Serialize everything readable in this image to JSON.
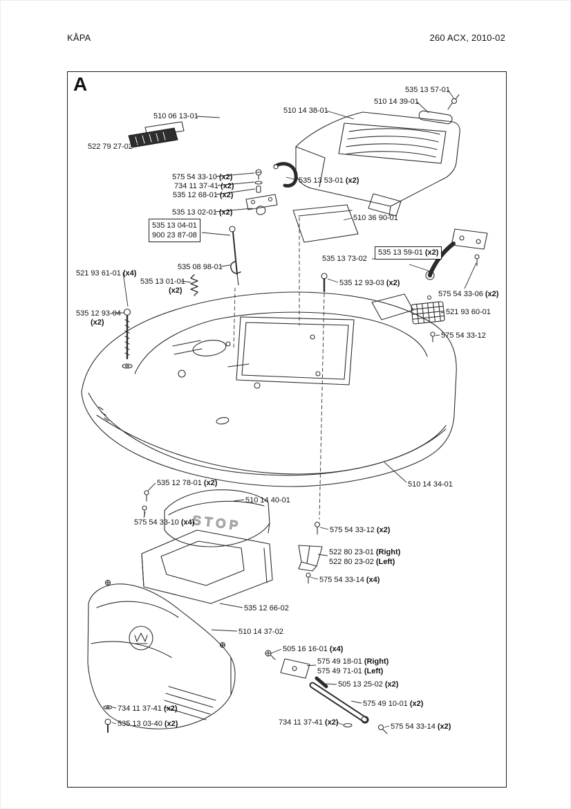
{
  "page": {
    "header_left": "KÅPA",
    "header_right": "260 ACX, 2010-02"
  },
  "diagram": {
    "section_letter": "A",
    "stop_label": "STOP"
  },
  "parts": [
    {
      "num": "535 13 57-01",
      "qty": ""
    },
    {
      "num": "510 14 39-01",
      "qty": ""
    },
    {
      "num": "510 14 38-01",
      "qty": ""
    },
    {
      "num": "510 06 13-01",
      "qty": ""
    },
    {
      "num": "522 79 27-02",
      "qty": ""
    },
    {
      "num": "575 54 33-10",
      "qty": "(x2)"
    },
    {
      "num": "734 11 37-41",
      "qty": "(x2)"
    },
    {
      "num": "535 12 68-01",
      "qty": "(x2)"
    },
    {
      "num": "535 13 53-01",
      "qty": "(x2)"
    },
    {
      "num": "535 13 02-01",
      "qty": "(x2)"
    },
    {
      "num": "535 13 04-01",
      "qty": ""
    },
    {
      "num": "900 23 87-08",
      "qty": ""
    },
    {
      "num": "510 36 90-01",
      "qty": ""
    },
    {
      "num": "535 13 73-02",
      "qty": ""
    },
    {
      "num": "535 13 59-01",
      "qty": "(x2)"
    },
    {
      "num": "535 08 98-01",
      "qty": ""
    },
    {
      "num": "521 93 61-01",
      "qty": "(x4)"
    },
    {
      "num": "535 13 01-01",
      "qty": "(x2)"
    },
    {
      "num": "535 12 93-03",
      "qty": "(x2)"
    },
    {
      "num": "575 54 33-06",
      "qty": "(x2)"
    },
    {
      "num": "521 93 60-01",
      "qty": ""
    },
    {
      "num": "575 54 33-12",
      "qty": ""
    },
    {
      "num": "535 12 93-04",
      "qty": "(x2)"
    },
    {
      "num": "510 14 34-01",
      "qty": ""
    },
    {
      "num": "535 12 78-01",
      "qty": "(x2)"
    },
    {
      "num": "510 14 40-01",
      "qty": ""
    },
    {
      "num": "575 54 33-10",
      "qty": "(x4)"
    },
    {
      "num": "575 54 33-12",
      "qty": "(x2)"
    },
    {
      "num": "522 80 23-01",
      "qty": "(Right)"
    },
    {
      "num": "522 80 23-02",
      "qty": "(Left)"
    },
    {
      "num": "575 54 33-14",
      "qty": "(x4)"
    },
    {
      "num": "535 12 66-02",
      "qty": ""
    },
    {
      "num": "510 14 37-02",
      "qty": ""
    },
    {
      "num": "505 16 16-01",
      "qty": "(x4)"
    },
    {
      "num": "575 49 18-01",
      "qty": "(Right)"
    },
    {
      "num": "575 49 71-01",
      "qty": "(Left)"
    },
    {
      "num": "505 13 25-02",
      "qty": "(x2)"
    },
    {
      "num": "575 49 10-01",
      "qty": "(x2)"
    },
    {
      "num": "734 11 37-41",
      "qty": "(x2)"
    },
    {
      "num": "535 13 03-40",
      "qty": "(x2)"
    },
    {
      "num": "734 11 37-41",
      "qty": "(x2)"
    },
    {
      "num": "575 54 33-14",
      "qty": "(x2)"
    }
  ]
}
